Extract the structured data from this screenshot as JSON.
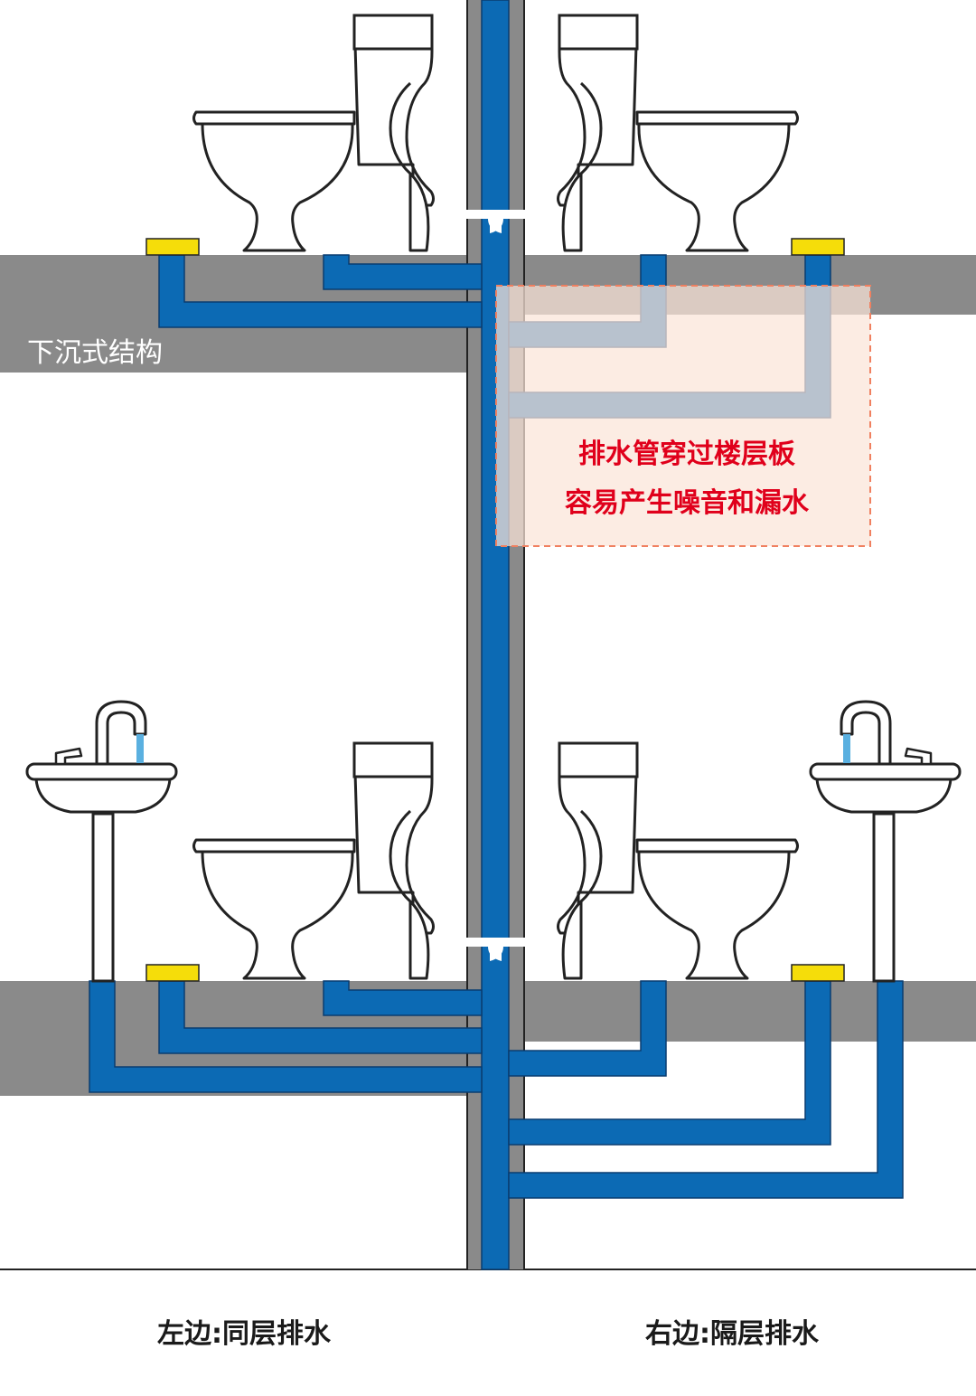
{
  "labels": {
    "sunken_structure": "下沉式结构",
    "callout_line1": "排水管穿过楼层板",
    "callout_line2": "容易产生噪音和漏水",
    "left_caption": "左边:同层排水",
    "right_caption": "右边:隔层排水"
  },
  "colors": {
    "pipe": "#0c6ab4",
    "slab": "#8a8a8a",
    "drain": "#f5dd0a",
    "callout_text": "#e0001b",
    "callout_fill": "#fbe4d8",
    "callout_border": "#f08060",
    "water": "#5ab0e0"
  },
  "icons": [
    "toilet-icon",
    "sink-icon",
    "floor-drain-icon"
  ]
}
